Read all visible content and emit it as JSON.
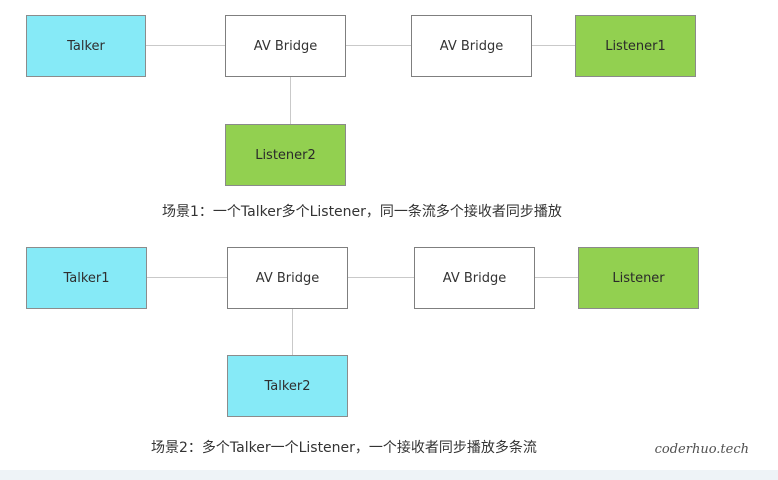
{
  "scenario1": {
    "talker": "Talker",
    "bridge1": "AV Bridge",
    "bridge2": "AV Bridge",
    "listener1": "Listener1",
    "listener2": "Listener2",
    "caption": "场景1：一个Talker多个Listener，同一条流多个接收者同步播放"
  },
  "scenario2": {
    "talker1": "Talker1",
    "talker2": "Talker2",
    "bridge1": "AV Bridge",
    "bridge2": "AV Bridge",
    "listener": "Listener",
    "caption": "场景2：多个Talker一个Listener，一个接收者同步播放多条流"
  },
  "watermark": "coderhuo.tech",
  "colors": {
    "talker": "#86eaf7",
    "listener": "#92d050",
    "bridge": "#ffffff",
    "connector": "#c9c9c9"
  }
}
